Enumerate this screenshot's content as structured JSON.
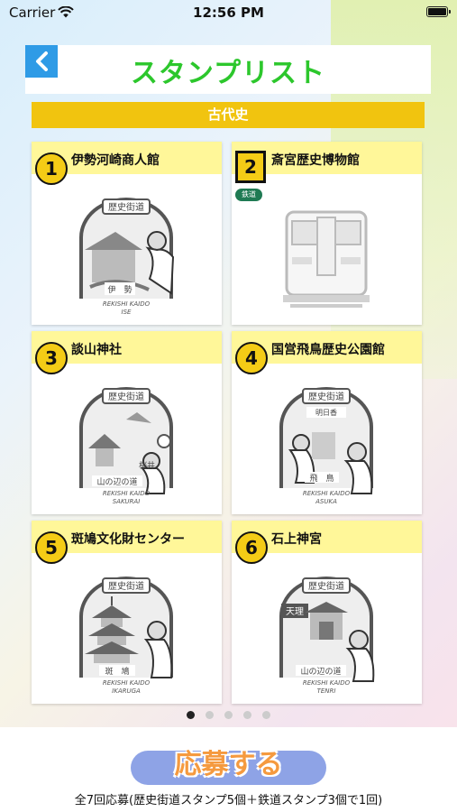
{
  "status_bar": {
    "carrier": "Carrier",
    "time": "12:56 PM"
  },
  "header": {
    "title": "スタンプリスト",
    "back_icon": "chevron-left-icon"
  },
  "era": "古代史",
  "stamps": [
    {
      "number": "1",
      "name": "伊勢河崎商人館",
      "stamp_top": "歴史街道",
      "stamp_place": "伊　勢",
      "stamp_romaji": "REKISHI KAIDO",
      "stamp_romaji_place": "ISE"
    },
    {
      "number": "2",
      "name": "斎宮歴史博物館",
      "badge": "鉄道"
    },
    {
      "number": "3",
      "name": "談山神社",
      "stamp_top": "歴史街道",
      "stamp_place": "桜井",
      "stamp_sub": "山の辺の道",
      "stamp_romaji": "REKISHI KAIDO",
      "stamp_romaji_place": "SAKURAI"
    },
    {
      "number": "4",
      "name": "国営飛鳥歴史公園館",
      "stamp_top": "歴史街道",
      "stamp_sub": "明日香",
      "stamp_place": "飛　鳥",
      "stamp_romaji": "REKISHI KAIDO",
      "stamp_romaji_place": "ASUKA"
    },
    {
      "number": "5",
      "name": "斑鳩文化財センター",
      "stamp_top": "歴史街道",
      "stamp_place": "斑　鳩",
      "stamp_romaji": "REKISHI KAIDO",
      "stamp_romaji_place": "IKARUGA"
    },
    {
      "number": "6",
      "name": "石上神宮",
      "stamp_top": "歴史街道",
      "stamp_corner": "天理",
      "stamp_sub": "山の辺の道",
      "stamp_romaji": "REKISHI KAIDO",
      "stamp_romaji_place": "TENRI"
    }
  ],
  "pager": {
    "count": 5,
    "active": 0
  },
  "footer": {
    "apply_label": "応募する",
    "note": "全7回応募(歴史街道スタンプ5個＋鉄道スタンプ3個で1回)"
  },
  "colors": {
    "title_green": "#2cc72c",
    "banner_yellow": "#f1c40f",
    "card_header": "#fff799",
    "back_blue": "#2f9be6",
    "apply_blue": "#8ea3e6",
    "apply_orange": "#f59a3f"
  }
}
